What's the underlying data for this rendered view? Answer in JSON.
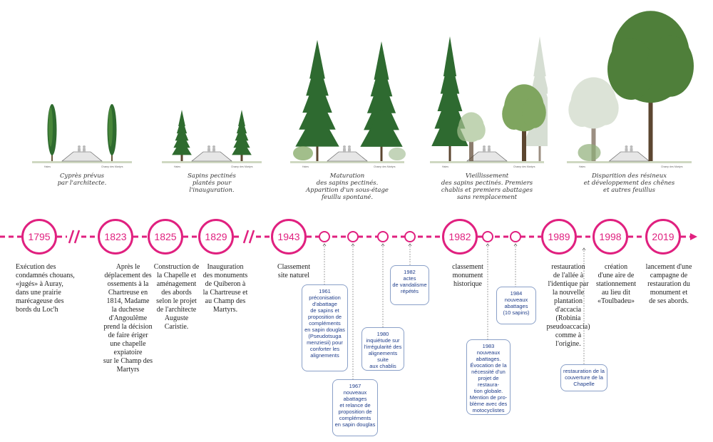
{
  "colors": {
    "accent": "#e0207f",
    "box_border": "#8aa0c8",
    "box_text": "#1f3d8a"
  },
  "scenes": [
    {
      "caption": [
        "Cyprès prévus",
        "par l'architecte."
      ]
    },
    {
      "caption": [
        "Sapins pectinés",
        "plantés pour",
        "l'inauguration."
      ]
    },
    {
      "caption": [
        "Maturation",
        "des sapins pectinés.",
        "Apparition d'un sous-étage",
        "feuillu spontané."
      ]
    },
    {
      "caption": [
        "Vieillissement",
        "des sapins pectinés. Premiers",
        "chablis et premiers abattages",
        "sans remplacement"
      ]
    },
    {
      "caption": [
        "Disparition des résineux",
        "et développement des chênes",
        "et autres feuillus"
      ]
    }
  ],
  "scene_labels": {
    "left": "Haies",
    "right": "Champ des Martyrs"
  },
  "timeline": {
    "years": [
      "1795",
      "1823",
      "1825",
      "1829",
      "1943",
      "1982",
      "1989",
      "1998",
      "2019"
    ],
    "descriptions": [
      [
        "Exécution des",
        "condamnés chouans,",
        "«jugés» à Auray,",
        "dans une prairie",
        "marécageuse des",
        "bords du Loc'h"
      ],
      [
        "Après le",
        "déplacement des",
        "ossements à la",
        "Chartreuse en",
        "1814, Madame",
        "la duchesse",
        "d'Angoulême",
        "prend la décision",
        "de faire ériger",
        "une chapelle",
        "expiatoire",
        "sur le Champ des",
        "Martyrs"
      ],
      [
        "Construction de",
        "la Chapelle et",
        "aménagement",
        "des abords",
        "selon le projet",
        "de l'architecte",
        "Auguste",
        "Caristie."
      ],
      [
        "Inauguration",
        "des monuments",
        "de Quiberon à",
        "la Chartreuse et",
        "au Champ des",
        "Martyrs."
      ],
      [
        "Classement",
        "site naturel"
      ],
      [
        "classement",
        "monument",
        "historique"
      ],
      [
        "restauration",
        "de l'allée à",
        "l'identique par",
        "la nouvelle",
        "plantation",
        "d'accacia",
        "(Robinia",
        "pseudoaccacia)",
        "comme à",
        "l'origine."
      ],
      [
        "création",
        "d'une aire de",
        "stationnement",
        "au lieu dit",
        "«Toulbadeu»"
      ],
      [
        "lancement d'une",
        "campagne de",
        "restauration du",
        "monument et",
        "de ses abords."
      ]
    ],
    "boxes": [
      [
        "1961",
        "préconisation",
        "d'abattage",
        "de sapins et",
        "proposition de",
        "compléments",
        "en sapin douglas",
        "(Pseudotsuga",
        "menziesii) pour",
        "conforter les",
        "alignements"
      ],
      [
        "1967",
        "nouveaux",
        "abattages",
        "et relance de",
        "proposition de",
        "compléments",
        "en sapin douglas"
      ],
      [
        "1980",
        "inquiétude sur",
        "l'irrégularité des",
        "alignements suite",
        "aux chablis"
      ],
      [
        "1982",
        "actes",
        "de vandalisme",
        "répétés"
      ],
      [
        "1983",
        "nouveaux",
        "abattages.",
        "Évocation de la",
        "nécessité d'un",
        "projet de restaura-",
        "tion globale.",
        "Mention de pro-",
        "blème avec des",
        "motocyclistes"
      ],
      [
        "1984",
        "nouveaux",
        "abattages",
        "(10 sapins)"
      ],
      [
        "restauration de la",
        "couverture de la",
        "Chapelle"
      ]
    ]
  }
}
